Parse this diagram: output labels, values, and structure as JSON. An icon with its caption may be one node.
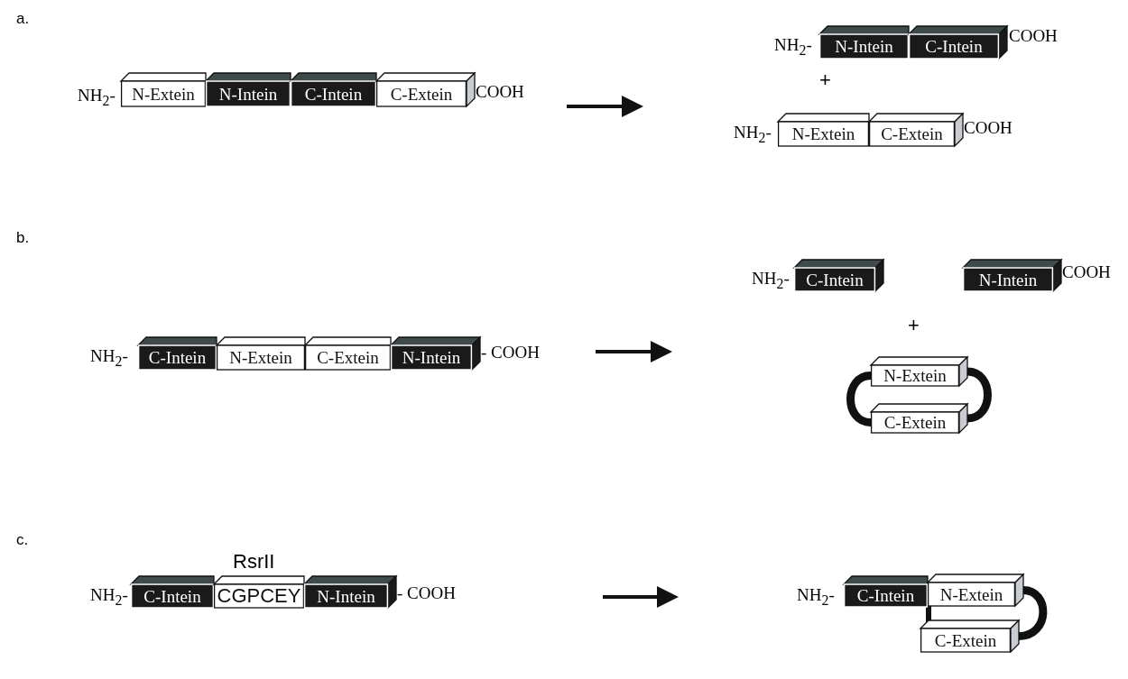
{
  "diagram": {
    "nodes": [
      {
        "text": [
          "N-Extein"
        ],
        "beside": [
          "NH$_{2}$-"
        ]
      },
      {
        "text": [
          "N-Intein"
        ]
      },
      {
        "text": [
          "C-Intein"
        ]
      },
      {
        "text": [
          "C-Extein"
        ],
        "beside": [
          "COOH"
        ]
      },
      {
        "text": [
          "N-Intein"
        ],
        "beside": [
          "NH$_{2}$-"
        ]
      },
      {
        "text": [
          "C-Intein"
        ],
        "beside": [
          "COOH"
        ]
      },
      {
        "text": [
          "N-Extein"
        ],
        "beside": [
          "NH$_{2}$-"
        ]
      },
      {
        "text": [
          "C-Extein"
        ],
        "beside": [
          "COOH"
        ]
      },
      {
        "text": [
          "C-Intein"
        ],
        "beside": [
          "NH$_{2}$-"
        ]
      },
      {
        "text": [
          "N-Intein"
        ],
        "beside": [
          "COOH"
        ]
      },
      {
        "text": [
          "C-Intein"
        ],
        "beside": [
          "NH$_{2}$-"
        ]
      },
      {
        "text": [
          "N-Extein"
        ]
      },
      {
        "text": [
          "C-Extein"
        ]
      },
      {
        "text": [
          "N-Intein"
        ],
        "beside": [
          "- COOH"
        ]
      },
      {
        "text": [
          "N-Extein"
        ]
      },
      {
        "text": [
          "C-Extein"
        ]
      },
      {
        "text": [
          "C-Intein"
        ],
        "beside": [
          "NH$_{2}$-"
        ]
      },
      {
        "text": [
          "CGPCEY"
        ],
        "beside": [
          "RsrII"
        ]
      },
      {
        "text": [
          "N-Intein"
        ],
        "beside": [
          "- COOH"
        ]
      },
      {
        "text": [
          "C-Intein"
        ],
        "beside": [
          "NH$_{2}$-"
        ]
      },
      {
        "text": [
          "N-Extein"
        ]
      },
      {
        "text": [
          "C-Extein"
        ]
      }
    ],
    "edges": [
      {
        "from": 14,
        "to": 15,
        "arrow": "none"
      },
      {
        "from": 14,
        "to": 15,
        "arrow": "none"
      },
      {
        "from": 20,
        "to": 21,
        "arrow": "none"
      },
      {
        "from": 20,
        "to": 21,
        "arrow": "none"
      }
    ],
    "labels": [
      "a.",
      "+",
      "b.",
      "+",
      "c."
    ]
  }
}
